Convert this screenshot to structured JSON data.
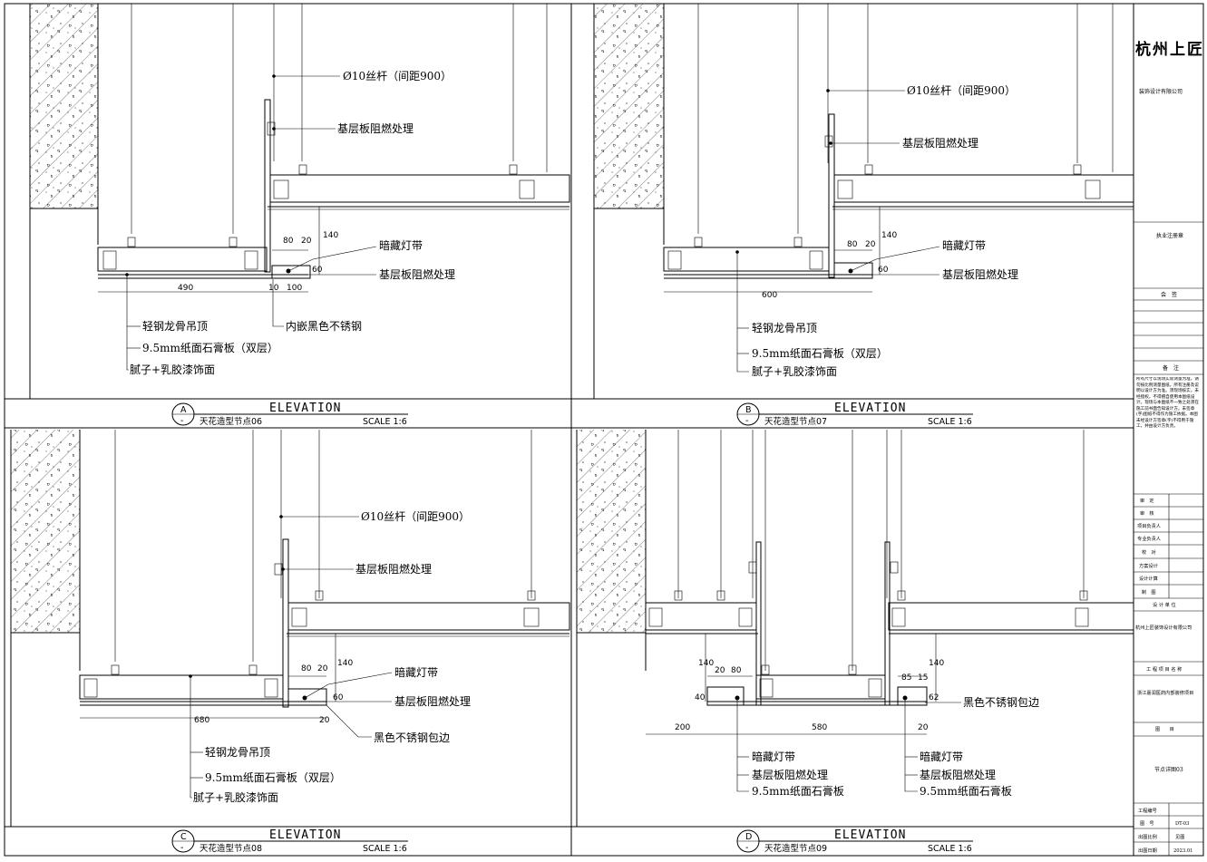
{
  "panels": [
    {
      "id": "A",
      "heading": "ELEVATION",
      "title": "天花造型节点06",
      "scale": "SCALE 1:6",
      "label_rod": "Ø10丝杆（间距900）",
      "label_fire1": "基层板阻燃处理",
      "label_light": "暗藏灯带",
      "label_fire2": "基层板阻燃处理",
      "label_steel": "内嵌黑色不锈钢",
      "label_keel": "轻钢龙骨吊顶",
      "label_board": "9.5mm纸面石膏板（双层）",
      "label_paint": "腻子+乳胶漆饰面",
      "dims": [
        "80",
        "20",
        "140",
        "60",
        "490",
        "10",
        "100"
      ]
    },
    {
      "id": "B",
      "heading": "ELEVATION",
      "title": "天花造型节点07",
      "scale": "SCALE 1:6",
      "label_rod": "Ø10丝杆（间距900）",
      "label_fire1": "基层板阻燃处理",
      "label_light": "暗藏灯带",
      "label_fire2": "基层板阻燃处理",
      "label_keel": "轻钢龙骨吊顶",
      "label_board": "9.5mm纸面石膏板（双层）",
      "label_paint": "腻子+乳胶漆饰面",
      "dims": [
        "80",
        "20",
        "140",
        "60",
        "600"
      ]
    },
    {
      "id": "C",
      "heading": "ELEVATION",
      "title": "天花造型节点08",
      "scale": "SCALE 1:6",
      "label_rod": "Ø10丝杆（间距900）",
      "label_fire1": "基层板阻燃处理",
      "label_light": "暗藏灯带",
      "label_fire2": "基层板阻燃处理",
      "label_steel": "黑色不锈钢包边",
      "label_keel": "轻钢龙骨吊顶",
      "label_board": "9.5mm纸面石膏板（双层）",
      "label_paint": "腻子+乳胶漆饰面",
      "dims": [
        "80",
        "20",
        "140",
        "60",
        "680",
        "20"
      ]
    },
    {
      "id": "D",
      "heading": "ELEVATION",
      "title": "天花造型节点09",
      "scale": "SCALE 1:6",
      "label_steel": "黑色不锈钢包边",
      "label_light_l": "暗藏灯带",
      "label_fire_l": "基层板阻燃处理",
      "label_board_l": "9.5mm纸面石膏板",
      "label_light_r": "暗藏灯带",
      "label_fire_r": "基层板阻燃处理",
      "label_board_r": "9.5mm纸面石膏板",
      "dims": [
        "140",
        "20",
        "80",
        "40",
        "200",
        "580",
        "85",
        "15",
        "140",
        "62",
        "20"
      ]
    }
  ],
  "title_block": {
    "company": "杭州上匠",
    "company_sub": "装饰设计有限公司",
    "stamp_label": "执业注册章",
    "sign_label": "会　签",
    "note_label": "备　注",
    "note_text": "所有尺寸以现场实际测量为准，请勿按比例测量图纸。所有注册及说明以设计方为准。须现场核实，未经授权，不得擅自使用本图纸设计。现场与本图纸不一致之处须在施工前书面告知设计方。未签章(字)图纸不得作为施工依据。本图未经设计方签章(字)不得用于施工，并由设计方负责。",
    "rows": [
      "审　定",
      "审　核",
      "项目负责人",
      "专业负责人",
      "校　对",
      "方案设计",
      "设计计算",
      "制　图"
    ],
    "unit_label": "设 计 单 位",
    "unit_name": "杭州上匠装饰设计有限公司",
    "project_label": "工 程 项 目 名 称",
    "project_name": "浙江嘉润医药内部装修项目",
    "drawing_label": "图　　目",
    "drawing_name": "节点详图03",
    "bottom": [
      {
        "k": "工程编号",
        "v": ""
      },
      {
        "k": "图　号",
        "v": "DT-03"
      },
      {
        "k": "出图比例",
        "v": "见图"
      },
      {
        "k": "出图日期",
        "v": "2023.01"
      }
    ]
  }
}
